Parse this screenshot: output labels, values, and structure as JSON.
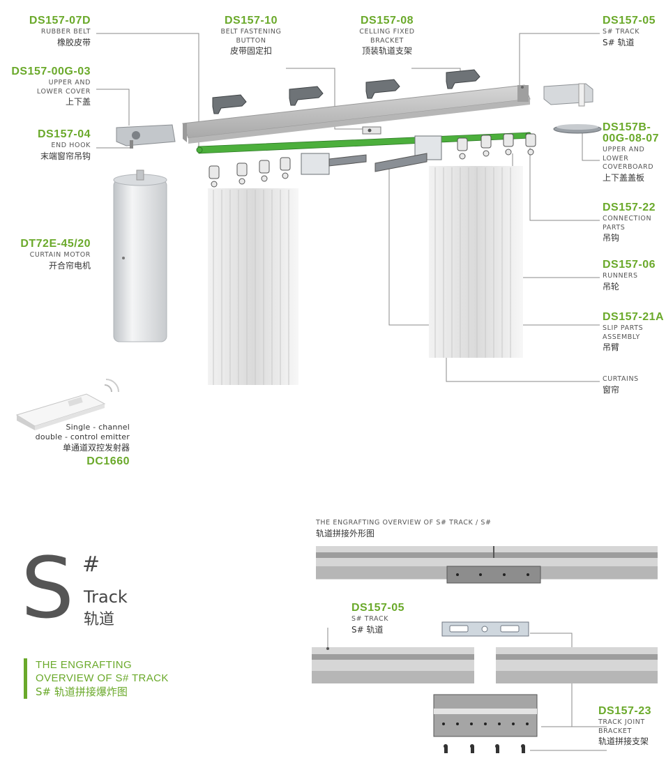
{
  "parts": {
    "rubber_belt": {
      "code": "DS157-07D",
      "en": "RUBBER BELT",
      "zh": "橡胶皮带"
    },
    "belt_button": {
      "code": "DS157-10",
      "en1": "BELT FASTENING",
      "en2": "BUTTON",
      "zh": "皮带固定扣"
    },
    "ceiling_bracket": {
      "code": "DS157-08",
      "en1": "CELLING FIXED",
      "en2": "BRACKET",
      "zh": "顶装轨道支架"
    },
    "track": {
      "code": "DS157-05",
      "en": "S# TRACK",
      "zh": "S# 轨道"
    },
    "cover": {
      "code": "DS157-00G-03",
      "en1": "UPPER AND",
      "en2": "LOWER COVER",
      "zh": "上下盖"
    },
    "end_hook": {
      "code": "DS157-04",
      "en": "END HOOK",
      "zh": "末端窗帘吊钩"
    },
    "coverboard": {
      "code1": "DS157B-",
      "code2": "00G-08-07",
      "en1": "UPPER AND",
      "en2": "LOWER",
      "en3": "COVERBOARD",
      "zh": "上下盖盖板"
    },
    "motor": {
      "code": "DT72E-45/20",
      "en": "CURTAIN MOTOR",
      "zh": "开合帘电机"
    },
    "connection": {
      "code": "DS157-22",
      "en1": "CONNECTION",
      "en2": "PARTS",
      "zh": "吊钩"
    },
    "runners": {
      "code": "DS157-06",
      "en": "RUNNERS",
      "zh": "吊轮"
    },
    "slip": {
      "code": "DS157-21A",
      "en1": "SLIP PARTS",
      "en2": "ASSEMBLY",
      "zh": "吊臂"
    },
    "curtains": {
      "en": "CURTAINS",
      "zh": "窗帘"
    },
    "emitter": {
      "en1": "Single - channel",
      "en2": "double - control emitter",
      "zh": "单通道双控发射器",
      "code": "DC1660"
    }
  },
  "section2": {
    "s": "S",
    "hash": "#",
    "track": "Track",
    "track_zh": "轨道",
    "overview1": "THE ENGRAFTING",
    "overview2": "OVERVIEW OF S# TRACK",
    "overview_zh": "S#  轨道拼接爆炸图",
    "engraft_en": "THE ENGRAFTING OVERVIEW OF S# TRACK / S#",
    "engraft_zh": "轨道拼接外形图",
    "track2": {
      "code": "DS157-05",
      "en": "S# TRACK",
      "zh": "S# 轨道"
    },
    "joint": {
      "code": "DS157-23",
      "en1": "TRACK JOINT",
      "en2": "BRACKET",
      "zh": "轨道拼接支架"
    }
  },
  "colors": {
    "accent": "#6aa92a",
    "belt": "#4caf3c",
    "rail": "#c9c9c9",
    "leader": "#888888"
  }
}
